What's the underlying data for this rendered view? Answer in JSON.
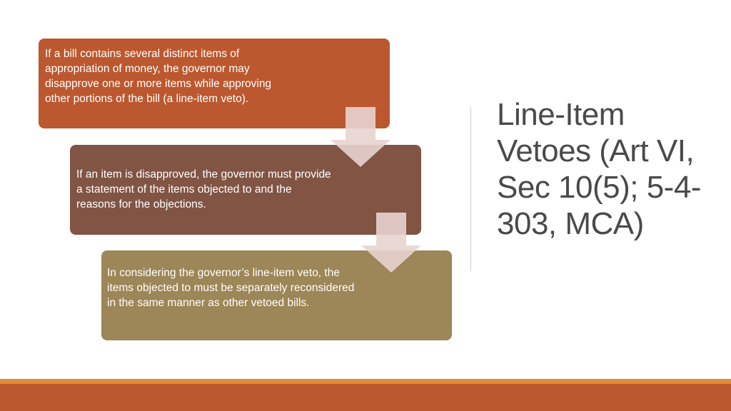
{
  "title": "Line-Item Vetoes (Art VI, Sec 10(5); 5-4-303, MCA)",
  "steps": [
    {
      "text": "If a bill contains several distinct items of appropriation of money, the governor may disapprove one or more items while approving other portions of the bill (a line-item veto)."
    },
    {
      "text": "If an item is disapproved, the governor must provide a statement of the items objected to and the reasons for the objections."
    },
    {
      "text": "In considering the governor’s line-item veto, the items objected to must be separately reconsidered in the same manner as other vetoed bills."
    }
  ],
  "colors": {
    "step1": "#bc582f",
    "step2": "#815444",
    "step3": "#9d8657",
    "arrow": "#e8d4d0",
    "footer": "#bc582f",
    "accent": "#e08a3b",
    "title": "#4a4a4a"
  }
}
